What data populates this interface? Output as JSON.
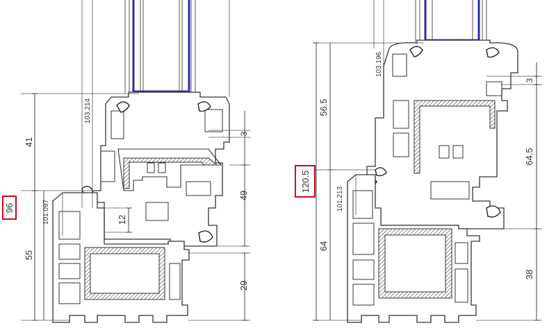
{
  "left_section": {
    "total_height": "96",
    "upper_height": "41",
    "lower_height": "55",
    "profile_code_upper": "103.214",
    "profile_code_lower": "101.097",
    "rebate_gap": "3",
    "sash_height": "49",
    "overlap": "12",
    "bottom_height": "29"
  },
  "right_section": {
    "total_height": "120.5",
    "upper_height": "56.5",
    "lower_height": "64",
    "profile_code_upper": "103.196",
    "profile_code_lower": "101.213",
    "rebate_gap": "3",
    "sash_height": "64.5",
    "bottom_height": "38"
  },
  "colors": {
    "highlight_box": "#d0021b",
    "glass_outline": "#2b2bb0",
    "line": "#333333"
  }
}
